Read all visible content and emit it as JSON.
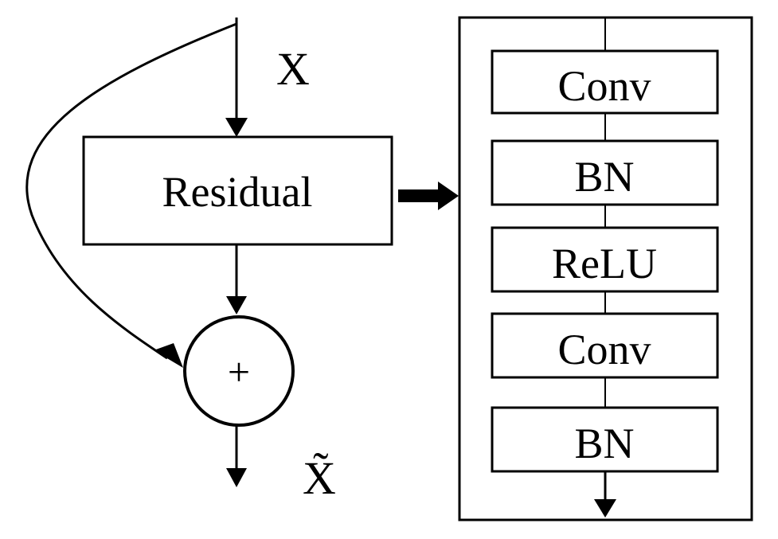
{
  "diagram": {
    "input_label": "X",
    "output_label": "X̃",
    "residual_label": "Residual",
    "sum_symbol": "+",
    "layers": [
      {
        "label": "Conv"
      },
      {
        "label": "BN"
      },
      {
        "label": "ReLU"
      },
      {
        "label": "Conv"
      },
      {
        "label": "BN"
      }
    ]
  }
}
